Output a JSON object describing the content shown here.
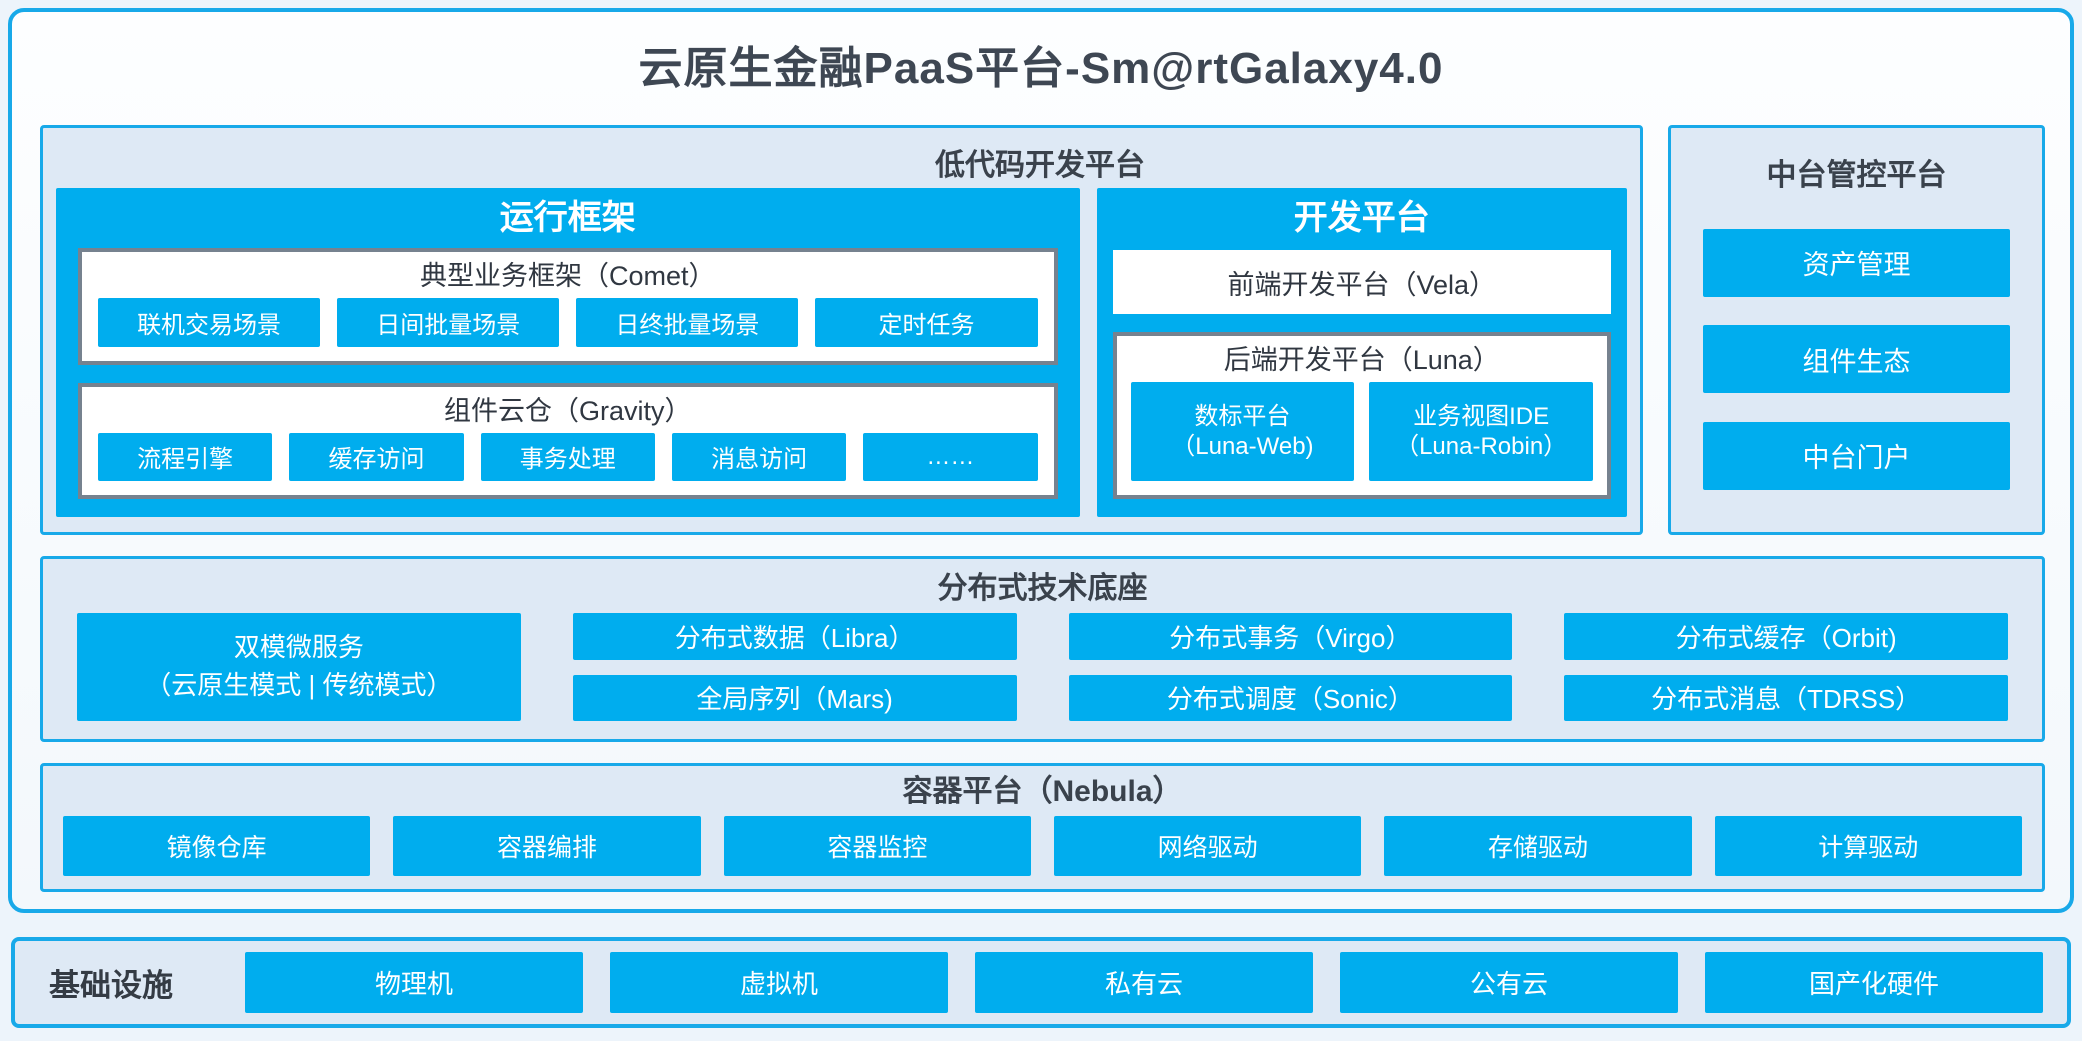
{
  "title": "云原生金融PaaS平台-Sm@rtGalaxy4.0",
  "colors": {
    "accent_blue": "#00ADEE",
    "border_blue": "#18A9E9",
    "panel_bg": "#DEE9F5",
    "gray_card_border": "#76828F",
    "dark_text": "#3D454F"
  },
  "low_code": {
    "title": "低代码开发平台",
    "runtime": {
      "title": "运行框架",
      "comet": {
        "title": "典型业务框架（Comet）",
        "items": [
          "联机交易场景",
          "日间批量场景",
          "日终批量场景",
          "定时任务"
        ]
      },
      "gravity": {
        "title": "组件云仓（Gravity）",
        "items": [
          "流程引擎",
          "缓存访问",
          "事务处理",
          "消息访问",
          "……"
        ]
      }
    },
    "dev": {
      "title": "开发平台",
      "vela": "前端开发平台（Vela）",
      "luna": {
        "title": "后端开发平台（Luna）",
        "items": [
          {
            "line1": "数标平台",
            "line2": "（Luna-Web)"
          },
          {
            "line1": "业务视图IDE",
            "line2": "（Luna-Robin）"
          }
        ]
      }
    }
  },
  "middle_platform": {
    "title": "中台管控平台",
    "items": [
      "资产管理",
      "组件生态",
      "中台门户"
    ]
  },
  "distributed": {
    "title": "分布式技术底座",
    "dual_mode": {
      "line1": "双模微服务",
      "line2": "（云原生模式 | 传统模式）"
    },
    "columns": [
      {
        "top": "分布式数据（Libra）",
        "bottom": "全局序列（Mars)"
      },
      {
        "top": "分布式事务（Virgo）",
        "bottom": "分布式调度（Sonic）"
      },
      {
        "top": "分布式缓存（Orbit)",
        "bottom": "分布式消息（TDRSS）"
      }
    ]
  },
  "container_platform": {
    "title": "容器平台（Nebula）",
    "items": [
      "镜像仓库",
      "容器编排",
      "容器监控",
      "网络驱动",
      "存储驱动",
      "计算驱动"
    ]
  },
  "infrastructure": {
    "title": "基础设施",
    "items": [
      "物理机",
      "虚拟机",
      "私有云",
      "公有云",
      "国产化硬件"
    ]
  }
}
